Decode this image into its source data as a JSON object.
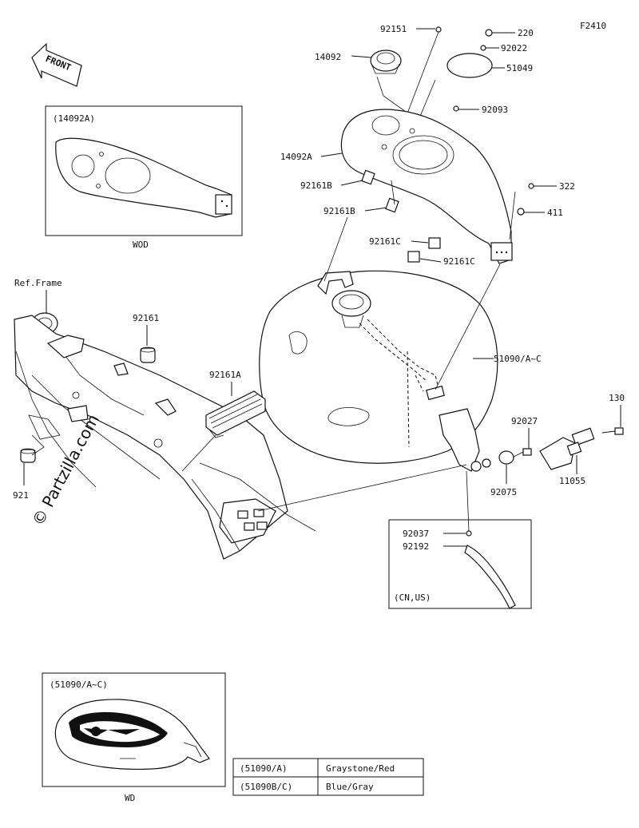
{
  "diagram": {
    "code": "F2410",
    "front_badge": "FRONT",
    "watermark": "© Partzilla.com",
    "ref_frame": "Ref.Frame",
    "callouts": {
      "c92151": "92151",
      "c220": "220",
      "c14092": "14092",
      "c92022": "92022",
      "c51049": "51049",
      "c92093": "92093",
      "c14092A": "14092A",
      "c92161B_1": "92161B",
      "c92161B_2": "92161B",
      "c322": "322",
      "c411": "411",
      "c92161C_1": "92161C",
      "c92161C_2": "92161C",
      "c92161": "92161",
      "c92161_cut": "921",
      "c92161A": "92161A",
      "c51090": "51090/A~C",
      "c130": "130",
      "c92027": "92027",
      "c11055": "11055",
      "c92075": "92075",
      "c92037": "92037",
      "c92192": "92192"
    },
    "insets": {
      "wod_box_label": "(14092A)",
      "wod_caption": "WOD",
      "cnus_caption": "(CN,US)",
      "wd_box_label": "(51090/A~C)",
      "wd_caption": "WD"
    },
    "color_table": [
      {
        "code": "(51090/A)",
        "color": "Graystone/Red"
      },
      {
        "code": "(51090B/C)",
        "color": "Blue/Gray"
      }
    ]
  }
}
